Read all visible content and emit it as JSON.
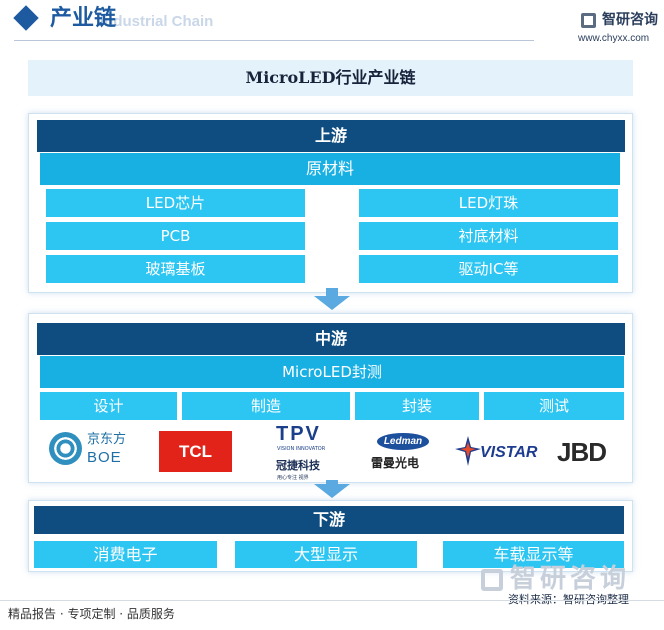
{
  "header": {
    "title": "产业链",
    "subtitle": "Industrial Chain",
    "brand_name": "智研咨询",
    "brand_url": "www.chyxx.com"
  },
  "diagram_title": "MicroLED行业产业链",
  "upstream": {
    "title": "上游",
    "category": "原材料",
    "left_items": [
      "LED芯片",
      "PCB",
      "玻璃基板"
    ],
    "right_items": [
      "LED灯珠",
      "衬底材料",
      "驱动IC等"
    ]
  },
  "midstream": {
    "title": "中游",
    "category": "MicroLED封测",
    "steps": [
      "设计",
      "制造",
      "封装",
      "测试"
    ],
    "companies": {
      "boe": {
        "cn": "京东方",
        "en": "BOE"
      },
      "tcl": "TCL",
      "tpv": {
        "mark": "TPV",
        "en": "VISION INNOVATOR",
        "cn": "冠捷科技",
        "slogan": "用心专注  视界"
      },
      "ledman": {
        "mark": "Ledman",
        "cn": "雷曼光电"
      },
      "vistar": "VISTAR",
      "jbd": "JBD"
    }
  },
  "downstream": {
    "title": "下游",
    "items": [
      "消费电子",
      "大型显示",
      "车载显示等"
    ]
  },
  "footer": {
    "left": "精品报告 · 专项定制 · 品质服务",
    "source": "资料来源：智研咨询整理",
    "watermark": "智研咨询"
  },
  "colors": {
    "dark_bar": "#0f4d80",
    "mid_bar": "#18b0e3",
    "cell": "#2dc6f2",
    "title_band": "#e3f2fb",
    "arrow": "#5aa9e0"
  }
}
